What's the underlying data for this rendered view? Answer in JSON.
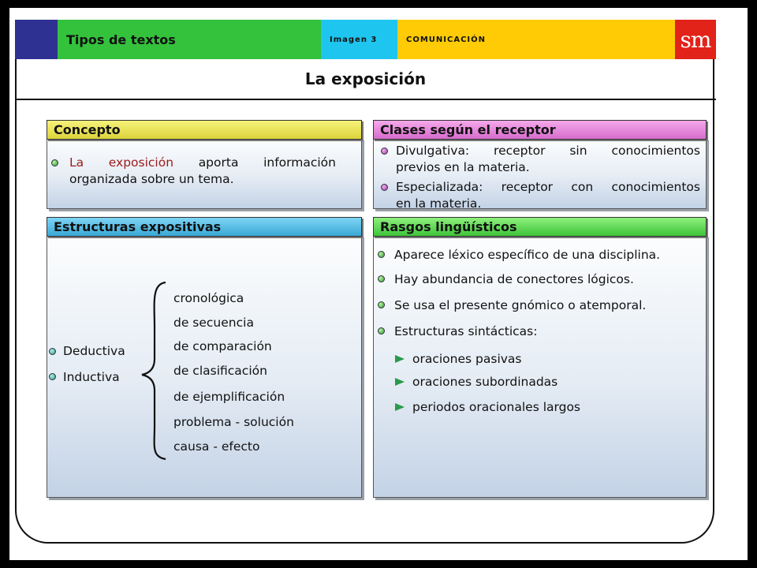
{
  "header": {
    "section": "Tipos de textos",
    "image_label": "Imagen 3",
    "subject": "COMUNICACIÓN",
    "logo_text": "sm"
  },
  "title": "La exposición",
  "concepto": {
    "title": "Concepto",
    "line1_red": "La exposición",
    "line1_rest": "aporta información",
    "line2": "organizada sobre un tema."
  },
  "clases": {
    "title": "Clases según el receptor",
    "items": [
      {
        "line1": "Divulgativa: receptor sin conocimientos",
        "line2": "previos en la materia."
      },
      {
        "line1": "Especializada: receptor con conocimientos",
        "line2": "en la materia."
      }
    ]
  },
  "estructuras": {
    "title": "Estructuras expositivas",
    "types": [
      "Deductiva",
      "Inductiva"
    ],
    "list": [
      "cronológica",
      "de secuencia",
      "de comparación",
      "de clasificación",
      "de ejemplificación",
      "problema - solución",
      "causa - efecto"
    ]
  },
  "rasgos": {
    "title": "Rasgos lingüísticos",
    "items": [
      "Aparece léxico específico de una disciplina.",
      "Hay abundancia de conectores lógicos.",
      "Se usa el presente gnómico o atemporal.",
      "Estructuras sintácticas:"
    ],
    "subitems": [
      "oraciones pasivas",
      "oraciones subordinadas",
      "periodos oracionales largos"
    ]
  },
  "colors": {
    "navy": "#2e3192",
    "green": "#34c23c",
    "cyan": "#1ec5ee",
    "yellow": "#ffcb05",
    "logo_red": "#e2231a"
  }
}
